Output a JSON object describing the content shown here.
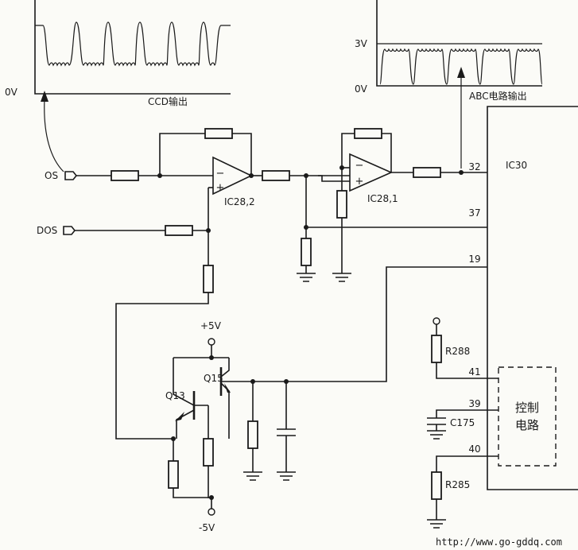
{
  "ccd_waveform": {
    "caption": "CCD输出",
    "zero_label": "0V"
  },
  "abc_waveform": {
    "caption": "ABC电路输出",
    "level_label": "3V",
    "zero_label": "0V"
  },
  "inputs": {
    "os": "OS",
    "dos": "DOS"
  },
  "opamps": {
    "first": "IC28,2",
    "second": "IC28,1",
    "minus": "−",
    "plus": "+"
  },
  "ic30": {
    "name": "IC30",
    "pins": {
      "p32": "32",
      "p37": "37",
      "p19": "19",
      "p41": "41",
      "p39": "39",
      "p40": "40"
    },
    "control_block_line1": "控制",
    "control_block_line2": "电路"
  },
  "transistors": {
    "q13": "Q13",
    "q15": "Q15"
  },
  "components": {
    "r288": "R288",
    "r285": "R285",
    "c175": "C175"
  },
  "supplies": {
    "positive": "+5V",
    "negative": "-5V"
  },
  "watermark": "http://www.go-gddq.com"
}
